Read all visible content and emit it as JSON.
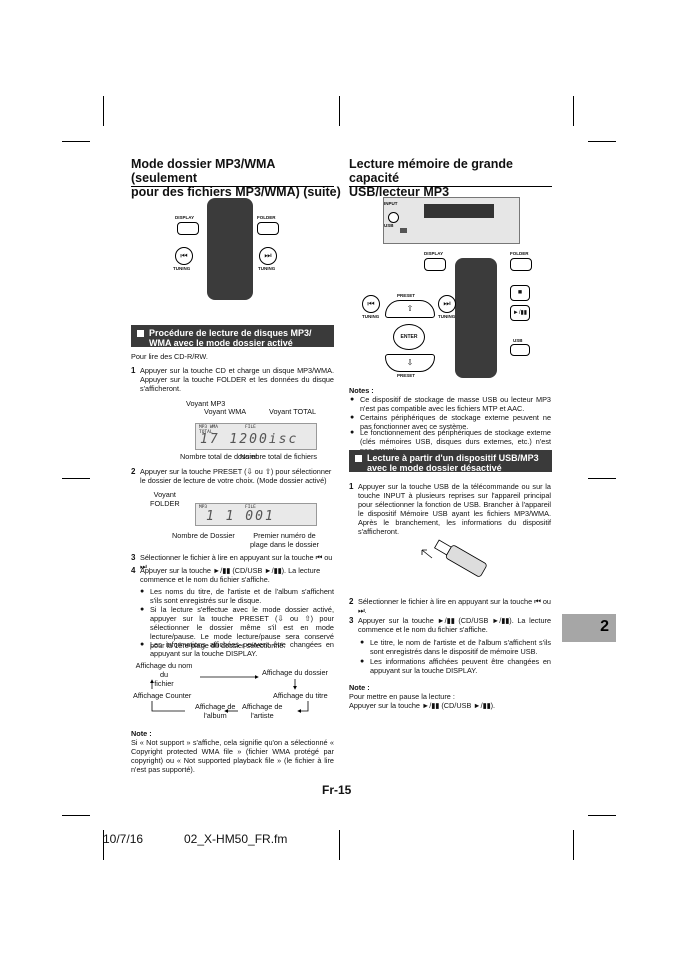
{
  "left": {
    "heading_line1": "Mode dossier MP3/WMA (seulement",
    "heading_line2": "pour des fichiers MP3/WMA) (suite)",
    "remote_labels": {
      "display": "DISPLAY",
      "folder": "FOLDER",
      "prev": "TUNING",
      "next": "TUNING"
    },
    "section_bar_line1": "Procédure de lecture de disques MP3/",
    "section_bar_line2": "WMA avec le mode dossier activé",
    "intro": "Pour lire des CD-R/RW.",
    "step1_num": "1",
    "step1": "Appuyer sur la touche CD et charge un disque MP3/WMA. Appuyer sur la touche FOLDER et les données du disque s'afficheront.",
    "lcd1": {
      "label_mp3": "Voyant MP3",
      "label_wma": "Voyant WMA",
      "label_total": "Voyant TOTAL",
      "display": "17  1200isc",
      "label_folders": "Nombre total de dossier",
      "label_files": "Nombre total de fichiers"
    },
    "step2_num": "2",
    "step2": "Appuyer sur la touche PRESET (⇩ ou ⇧) pour sélectionner le dossier de lecture de votre choix. (Mode dossier activé)",
    "lcd2": {
      "label_folder1": "Voyant",
      "label_folder2": "FOLDER",
      "display": "1    1 001",
      "label_dossier": "Nombre de Dossier",
      "label_first1": "Premier numéro de",
      "label_first2": "plage dans le dossier"
    },
    "step3_num": "3",
    "step3": "Sélectionner le fichier à lire en appuyant sur la touche ⏮ ou ⏭ .",
    "step4_num": "4",
    "step4": "Appuyer sur la touche ►/▮▮ (CD/USB ►/▮▮). La lecture commence et le nom du fichier s'affiche.",
    "bullets": [
      "Les noms du titre, de l'artiste et de l'album s'affichent s'ils sont enregistrés sur le disque.",
      "Si la lecture s'effectue avec le mode dossier activé, appuyer sur la touche PRESET (⇩ ou ⇧) pour sélectionner le dossier même s'il est en mode lecture/pause. Le mode lecture/pause sera conservé pour la 1ère plage du dossier sélectionné.",
      "Les informations affichées peuvent être changées en appuyant sur la touche DISPLAY."
    ],
    "flow": {
      "filename1": "Affichage du nom du",
      "filename2": "fichier",
      "folder": "Affichage du dossier",
      "counter": "Affichage Counter",
      "title": "Affichage du titre",
      "album1": "Affichage de",
      "album2": "l'album",
      "artist1": "Affichage de",
      "artist2": "l'artiste"
    },
    "note_title": "Note :",
    "note": "Si « Not support » s'affiche, cela signifie qu'on a sélectionné « Copyright protected WMA file » (fichier WMA protégé par copyright) ou « Not supported playback file » (le fichier à lire n'est pas supporté)."
  },
  "right": {
    "heading_line1": "Lecture mémoire de grande capacité",
    "heading_line2": "USB/lecteur MP3",
    "unit_labels": {
      "input": "INPUT",
      "usb": "USB"
    },
    "remote_labels": {
      "display": "DISPLAY",
      "folder": "FOLDER",
      "preset_top": "PRESET",
      "preset_bottom": "PRESET",
      "enter": "ENTER",
      "usb": "USB",
      "tuning_l": "TUNING",
      "tuning_r": "TUNING"
    },
    "notes_title": "Notes :",
    "notes": [
      "Ce dispositif de stockage de masse USB ou lecteur MP3 n'est pas compatible avec les fichiers MTP et AAC.",
      "Certains périphériques de stockage externe peuvent ne pas fonctionner avec ce système.",
      "Le fonctionnement des périphériques de stockage externe (clés mémoires USB, disques durs externes, etc.) n'est pas garanti."
    ],
    "section_bar_line1": "Lecture à partir d'un dispositif USB/MP3",
    "section_bar_line2": "avec le mode dossier désactivé",
    "step1_num": "1",
    "step1": "Appuyer sur la touche USB de la télécommande ou sur la touche INPUT à plusieurs reprises sur l'appareil principal pour sélectionner la fonction de USB. Brancher à l'appareil le dispositif Mémoire USB ayant les fichiers MP3/WMA. Après le branchement, les informations du dispositif s'afficheront.",
    "step2_num": "2",
    "step2": "Sélectionner le fichier à lire en appuyant sur la touche ⏮ ou ⏭.",
    "step3_num": "3",
    "step3": "Appuyer sur la touche ►/▮▮ (CD/USB ►/▮▮). La lecture commence et le nom du fichier s'affiche.",
    "bullets": [
      "Le titre, le nom de l'artiste et de l'album s'affichent s'ils sont enregistrés dans le dispositif de mémoire USB.",
      "Les informations affichées peuvent être changées en appuyant sur la touche DISPLAY."
    ],
    "note_title": "Note :",
    "note_line1": "Pour mettre en pause la lecture :",
    "note_line2": "Appuyer sur la touche ►/▮▮ (CD/USB ►/▮▮)."
  },
  "page_number": "Fr-15",
  "side_tab": "2",
  "footer_date": "10/7/16",
  "footer_file": "02_X-HM50_FR.fm"
}
